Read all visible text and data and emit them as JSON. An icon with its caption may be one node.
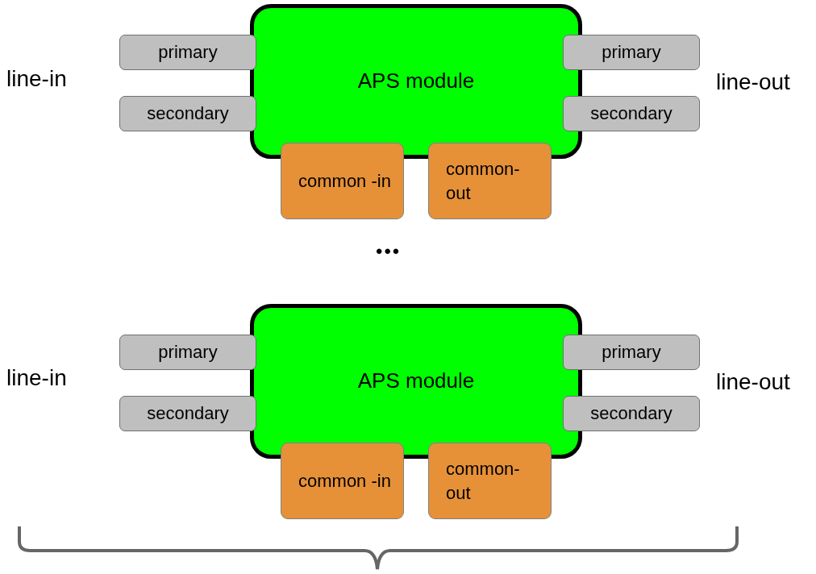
{
  "diagram": {
    "nodes": [
      {
        "text": [
          "APS module"
        ]
      },
      {
        "text": [
          "primary"
        ]
      },
      {
        "text": [
          "secondary"
        ]
      },
      {
        "text": [
          "primary"
        ]
      },
      {
        "text": [
          "secondary"
        ]
      },
      {
        "text": [
          "common -in"
        ]
      },
      {
        "text": [
          "common- out"
        ]
      },
      {
        "text": [
          "APS module"
        ]
      },
      {
        "text": [
          "primary"
        ]
      },
      {
        "text": [
          "secondary"
        ]
      },
      {
        "text": [
          "primary"
        ]
      },
      {
        "text": [
          "secondary"
        ]
      },
      {
        "text": [
          "common -in"
        ]
      },
      {
        "text": [
          "common- out"
        ]
      }
    ],
    "labels": [
      "line-in",
      "line-out",
      "•••",
      "line-in",
      "line-out"
    ]
  }
}
